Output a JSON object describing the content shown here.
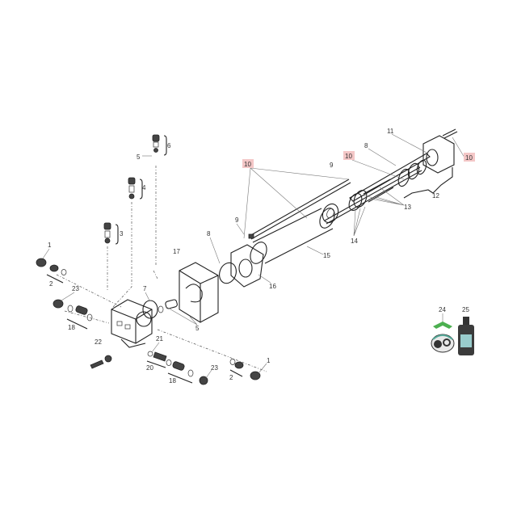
{
  "diagram": {
    "highlight_color": "#f4c7c7",
    "callouts": {
      "c6": "6",
      "c5a": "5",
      "c4": "4",
      "c3": "3",
      "c1a": "1",
      "c2a": "2",
      "c23a": "23",
      "c18a": "18",
      "c22": "22",
      "c7": "7",
      "c5b": "5",
      "c17": "17",
      "c8a": "8",
      "c9a": "9",
      "c10a": "10",
      "c16": "16",
      "c15": "15",
      "c9b": "9",
      "c10b": "10",
      "c8b": "8",
      "c11": "11",
      "c10c": "10",
      "c12": "12",
      "c13": "13",
      "c14": "14",
      "c21": "21",
      "c20": "20",
      "c18b": "18",
      "c23b": "23",
      "c2b": "2",
      "c1b": "1",
      "c24": "24",
      "c25": "25"
    }
  }
}
